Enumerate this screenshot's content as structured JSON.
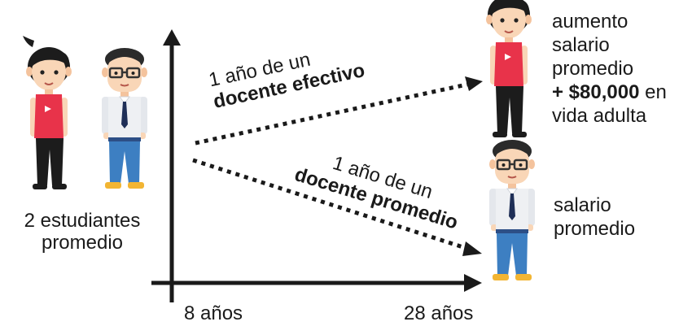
{
  "left_caption": {
    "line1": "2 estudiantes",
    "line2": "promedio"
  },
  "top_arrow": {
    "line1": "1 año de un",
    "line2": "docente efectivo"
  },
  "bottom_arrow": {
    "line1": "1 año de un",
    "line2": "docente promedio"
  },
  "top_outcome": {
    "line1": "aumento",
    "line2": "salario",
    "line3": "promedio",
    "highlight": "+ $80,000",
    "line4_suffix": " en",
    "line5": "vida adulta"
  },
  "bottom_outcome": {
    "line1": "salario",
    "line2": "promedio"
  },
  "x_axis": {
    "start_label": "8 años",
    "end_label": "28 años"
  },
  "colors": {
    "girl_shirt": "#e8334a",
    "girl_hair": "#1c1c1c",
    "skin": "#f9d6b7",
    "boy_shirt": "#eef0f3",
    "boy_pants": "#3d7fc2",
    "tie": "#1f2f57",
    "shoes": "#f2b533"
  }
}
